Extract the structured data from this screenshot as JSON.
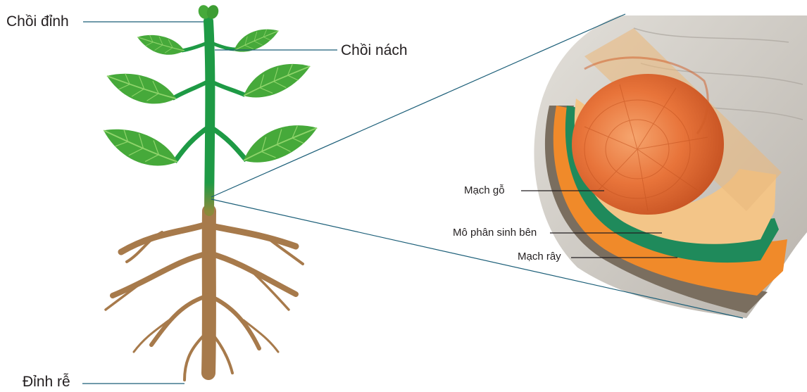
{
  "labels": {
    "apical_bud": "Chồi đỉnh",
    "axillary_bud": "Chồi nách",
    "root_tip": "Đỉnh rễ",
    "xylem": "Mạch gỗ",
    "lateral_meristem": "Mô phân sinh bên",
    "phloem": "Mạch rây"
  },
  "colors": {
    "leaf": "#46a93a",
    "stem": "#1e9a45",
    "root": "#a77a4b",
    "wood": "#e8743a",
    "cambium": "#1f8a5b",
    "phloem": "#f08a2a",
    "bark": "#c9c4bc",
    "leader_line": "#1b5e78"
  }
}
